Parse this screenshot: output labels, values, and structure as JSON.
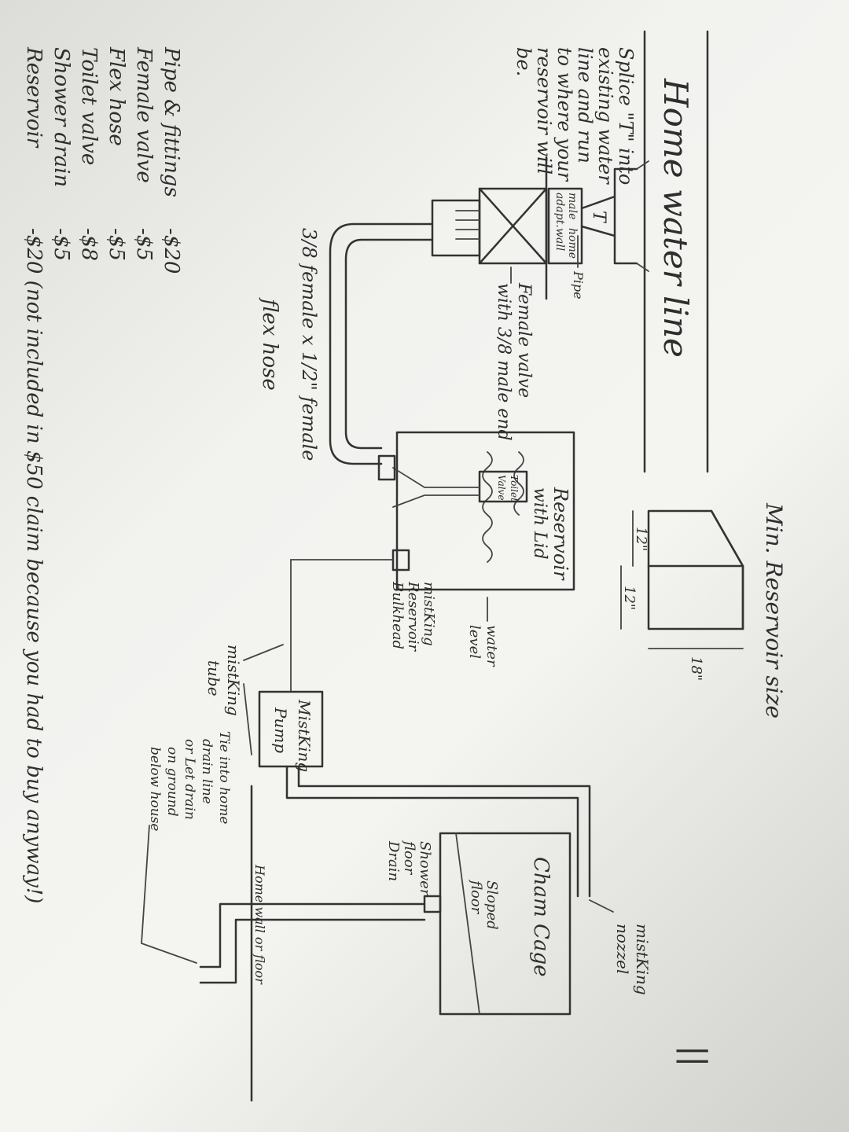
{
  "header": {
    "page_mark": "||",
    "title": "Home water line"
  },
  "water_line": {
    "tee_label": "T",
    "instruction": [
      "Splice \"T\" into",
      "existing water",
      "line and run",
      "to where your",
      "reservoir will",
      "be."
    ],
    "pipe_label": "Pipe",
    "adapter_label": [
      "male",
      "adapt.",
      "home",
      "wall"
    ],
    "female_valve_label": [
      "Female valve",
      "with 3/8 male end"
    ],
    "hose_spec": "3/8 female x 1/2\" female",
    "flex_hose_label": "flex hose"
  },
  "reservoir": {
    "size_title": "Min. Reservoir size",
    "dimensions": [
      "18\"",
      "12\"",
      "12\""
    ],
    "label": [
      "Reservoir",
      "with Lid"
    ],
    "toilet_valve_label": [
      "Toilet",
      "Valve"
    ],
    "water_level_label": [
      "water",
      "level"
    ],
    "bulkhead_label": [
      "mistKing",
      "Reservoir",
      "Bulkhead"
    ]
  },
  "pump": {
    "label": [
      "MistKing",
      "Pump"
    ],
    "tube_label": [
      "mistKing",
      "tube"
    ]
  },
  "cage": {
    "label": "Cham Cage",
    "nozzle_label": [
      "mistKing",
      "nozzel"
    ],
    "sloped_floor_label": [
      "Sloped",
      "floor"
    ],
    "drain_label": [
      "Shower",
      "floor",
      "Drain"
    ],
    "drain_note": [
      "Tie into home",
      "drain line",
      "or Let drain",
      "on ground",
      "below house"
    ],
    "wall_label": "Home wall or floor"
  },
  "costs": {
    "items": [
      {
        "name": "Pipe & fittings",
        "cost": "-$20"
      },
      {
        "name": "Female valve",
        "cost": "-$5"
      },
      {
        "name": "Flex hose",
        "cost": "-$5"
      },
      {
        "name": "Toilet valve",
        "cost": "-$8"
      },
      {
        "name": "Shower drain",
        "cost": "-$5"
      },
      {
        "name": "Reservoir",
        "cost": "-$20 (not included in $50 claim because you had to buy anyway!)"
      }
    ]
  }
}
